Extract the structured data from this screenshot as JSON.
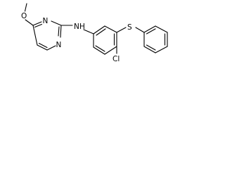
{
  "molecule": {
    "atoms": {
      "o_methoxy": "O",
      "n_ring_1": "N",
      "n_ring_2": "N",
      "n_amine": "N",
      "h_amine": "H",
      "s_thioether": "S",
      "cl": "Cl"
    },
    "colors": {
      "bond": "#000000",
      "label": "#000000",
      "background": "#ffffff"
    }
  }
}
